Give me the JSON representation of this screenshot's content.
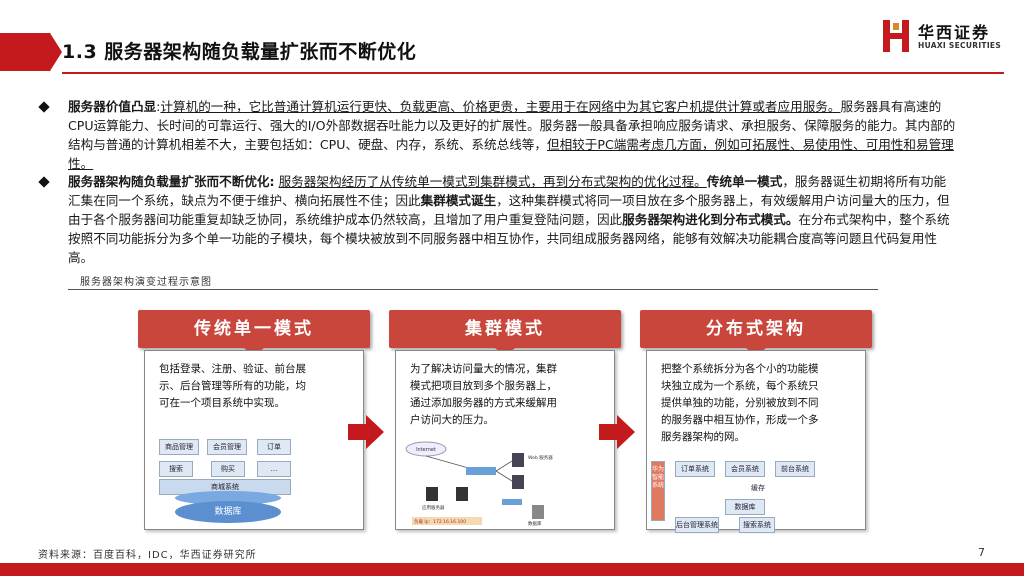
{
  "header": {
    "title": "1.3 服务器架构随负载量扩张而不断优化",
    "logo_cn": "华西证券",
    "logo_en": "HUAXI SECURITIES",
    "accent": "#c41a1e"
  },
  "bullets": [
    {
      "lead": "服务器价值凸显",
      "sep": ":",
      "text_underlined": "计算机的一种，它比普通计算机运行更快、负载更高、价格更贵，主要用于在网络中为其它客户机提供计算或者应用服务。",
      "text_a": "服务器具有高速的CPU运算能力、长时间的可靠运行、强大的I/O外部数据吞吐能力以及更好的扩展性。服务器一般具备承担响应服务请求、承担服务、保障服务的能力。其内部的结构与普通的计算机相差不大，主要包括如：CPU、硬盘、内存，系统、系统总线等，",
      "text_underlined_b": "但相较于PC端需考虑几方面，例如可拓展性、易使用性、可用性和易管理性。"
    },
    {
      "lead": "服务器架构随负载量扩张而不断优化:",
      "text_underlined": "服务器架构经历了从传统单一模式到集群模式，再到分布式架构的优化过程。",
      "bold_a": "传统单一模式",
      "text_a": "，服务器诞生初期将所有功能汇集在同一个系统，缺点为不便于维护、横向拓展性不佳；因此",
      "bold_b": "集群模式诞生",
      "text_b": "，这种集群模式将同一项目放在多个服务器上，有效缓解用户访问量大的压力，但由于各个服务器间功能重复却缺乏协同，系统维护成本仍然较高，且增加了用户重复登陆问题，因此",
      "bold_c": "服务器架构进化到分布式模式。",
      "text_c": "在分布式架构中，整个系统按照不同功能拆分为多个单一功能的子模块，每个模块被放到不同服务器中相互协作，共同组成服务器网络，能够有效解决功能耦合度高等问题且代码复用性高。"
    }
  ],
  "diagram": {
    "caption": "服务器架构演变过程示意图",
    "panels": [
      {
        "title": "传统单一模式",
        "text": "包括登录、注册、验证、前台展示、后台管理等所有的功能，均可在一个项目系统中实现。",
        "modules": [
          "商品管理",
          "会员管理",
          "订单",
          "搜索",
          "购买",
          "...",
          "商城系统"
        ],
        "db_label": "数据库"
      },
      {
        "title": "集群模式",
        "text": "为了解决访问量大的情况，集群模式把项目放到多个服务器上，通过添加服务器的方式来缓解用户访问大的压力。",
        "labels": [
          "Internet",
          "Web 服务器",
          "应用服务器",
          "数据库",
          "负载 Ip：172.16.16.100"
        ]
      },
      {
        "title": "分布式架构",
        "text": "把整个系统拆分为各个小的功能模块独立成为一个系统，每个系统只提供单独的功能，分别被放到不同的服务器中相互协作，形成一个多服务器架构的网。",
        "modules": [
          "订单系统",
          "会员系统",
          "前台系统",
          "缓存",
          "数据库",
          "后台管理系统",
          "搜索系统",
          "华为智能系统"
        ]
      }
    ]
  },
  "footer": {
    "source": "资料来源：百度百科，IDC，华西证券研究所",
    "page": "7"
  }
}
